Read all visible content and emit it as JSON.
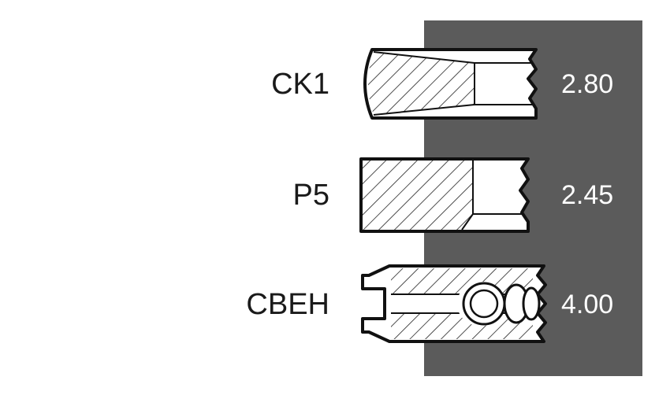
{
  "colors": {
    "panel": "#5b5b5b",
    "outline": "#111111",
    "hatch": "#222222",
    "label_text": "#1a1a1a",
    "value_text": "#ffffff",
    "background": "#ffffff"
  },
  "rings": [
    {
      "label": "CK1",
      "value": "2.80"
    },
    {
      "label": "P5",
      "value": "2.45"
    },
    {
      "label": "CBEH",
      "value": "4.00"
    }
  ]
}
